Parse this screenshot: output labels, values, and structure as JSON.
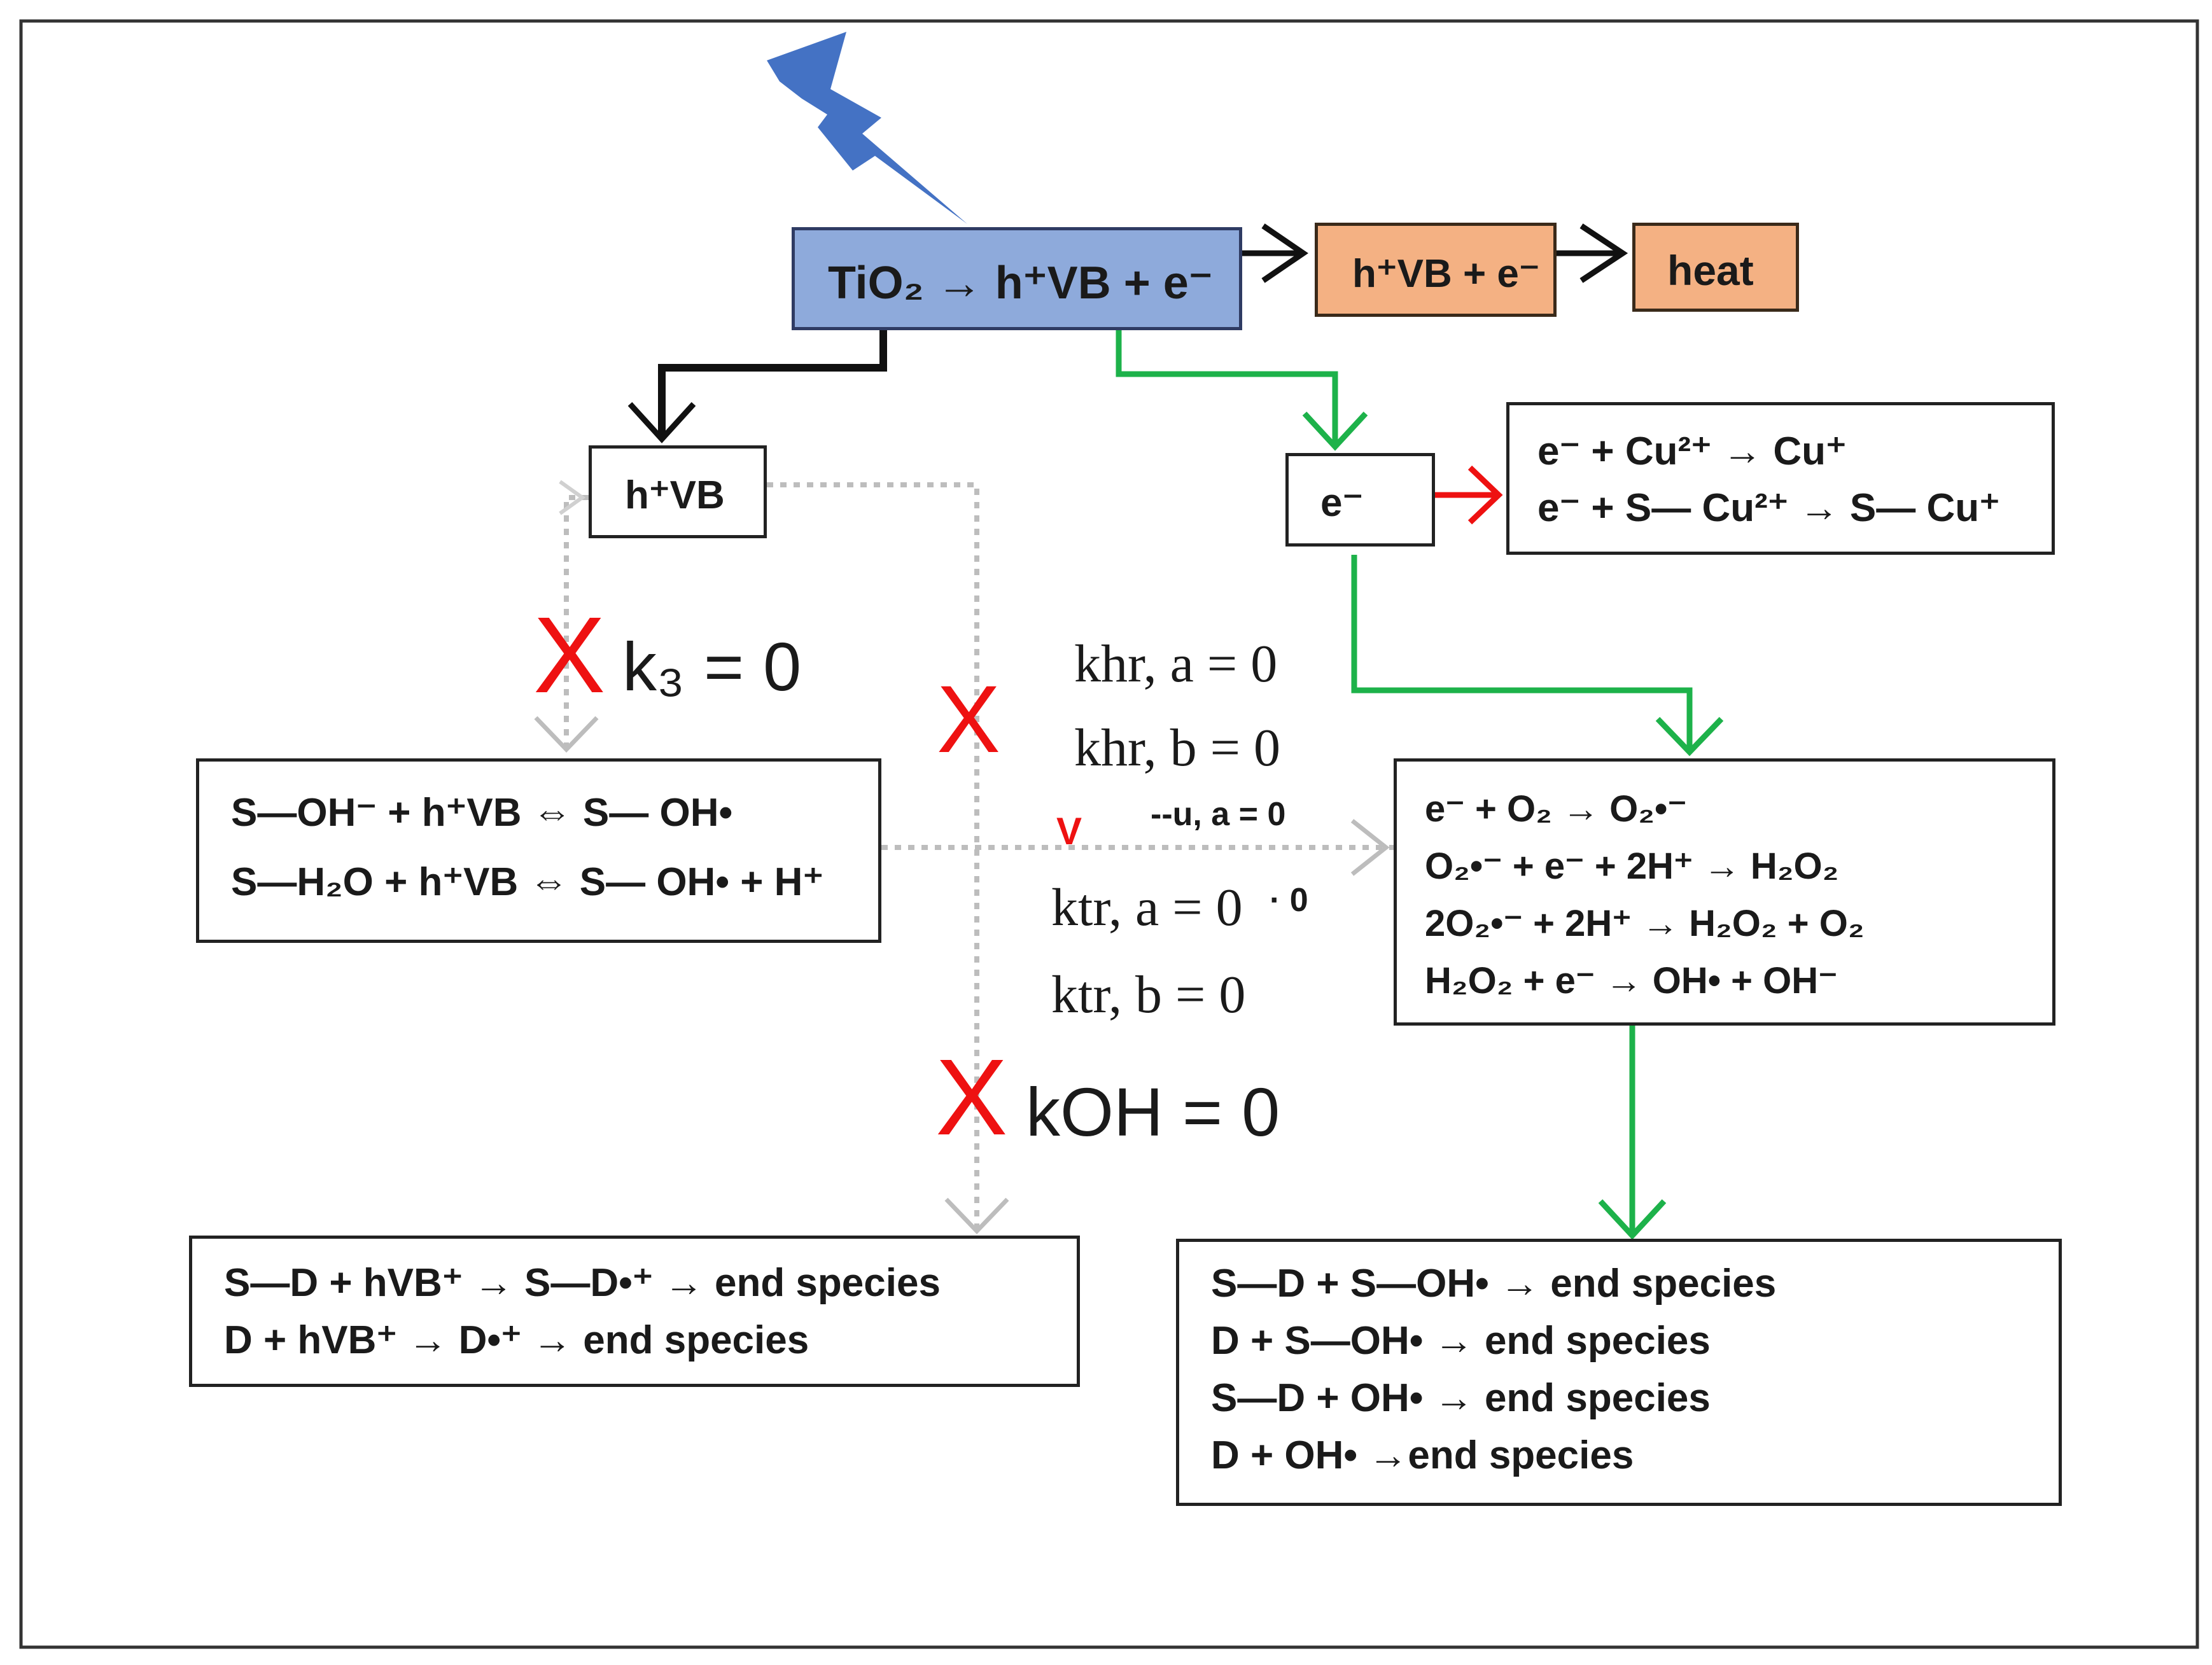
{
  "boxes": {
    "tio2": "TiO₂ → h⁺VB + e⁻",
    "recomb": "h⁺VB + e⁻",
    "heat": "heat",
    "hole": "h⁺VB",
    "electron": "e⁻",
    "cu": [
      "e⁻ + Cu²⁺ → Cu⁺",
      "e⁻ + S— Cu²⁺ → S— Cu⁺"
    ],
    "surface_oh": [
      "S—OH⁻ + h⁺VB ⇔ S— OH•",
      "S—H₂O + h⁺VB ⇔ S— OH• + H⁺"
    ],
    "oxygen": [
      "e⁻ + O₂ → O₂•⁻",
      "O₂•⁻ + e⁻ + 2H⁺ → H₂O₂",
      "2O₂•⁻ + 2H⁺ → H₂O₂ + O₂",
      "H₂O₂ + e⁻ → OH• + OH⁻"
    ],
    "direct_oxidation": [
      "S—D + hVB⁺ → S—D•⁺ → end species",
      "D + hVB⁺ → D•⁺ → end species"
    ],
    "radical_oxidation": [
      "S—D + S—OH• → end species",
      "D + S—OH• → end species",
      "S—D + OH• → end species",
      "D + OH• →end species"
    ]
  },
  "rates": {
    "k3": "k₃ = 0",
    "khr_a": "khr, a = 0",
    "khr_b": "khr, b = 0",
    "ktr_a": "ktr, a = 0",
    "ktr_b": "ktr, b = 0",
    "koh": "kOH = 0",
    "hidden_fragment": "--u, a = 0",
    "hidden_fragment_2": "· 0"
  },
  "cross_mark": "X",
  "colors": {
    "tio2_fill": "#8eaadb",
    "recomb_fill": "#f4b183",
    "lightning": "#4472c4",
    "electron_path": "#1db24a",
    "cu_arrow": "#ee1111",
    "blocked_path": "#bdbdbd",
    "cross": "#ee1111"
  }
}
